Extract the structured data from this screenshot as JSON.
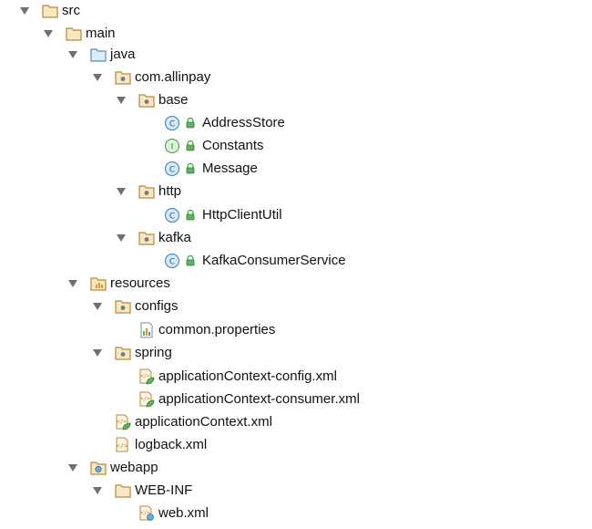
{
  "tree": {
    "nodes": [
      {
        "label": "src",
        "icon": "folder-icon",
        "expanded": true
      },
      {
        "label": "main",
        "icon": "folder-icon",
        "expanded": true
      },
      {
        "label": "java",
        "icon": "source-folder-icon",
        "expanded": true
      },
      {
        "label": "com.allinpay",
        "icon": "package-icon",
        "expanded": true
      },
      {
        "label": "base",
        "icon": "package-icon",
        "expanded": true
      },
      {
        "label": "AddressStore",
        "icon": "class-icon"
      },
      {
        "label": "Constants",
        "icon": "interface-icon"
      },
      {
        "label": "Message",
        "icon": "class-icon"
      },
      {
        "label": "http",
        "icon": "package-icon",
        "expanded": true
      },
      {
        "label": "HttpClientUtil",
        "icon": "class-icon"
      },
      {
        "label": "kafka",
        "icon": "package-icon",
        "expanded": true
      },
      {
        "label": "KafkaConsumerService",
        "icon": "class-icon"
      },
      {
        "label": "resources",
        "icon": "resources-folder-icon",
        "expanded": true
      },
      {
        "label": "configs",
        "icon": "package-icon",
        "expanded": true
      },
      {
        "label": "common.properties",
        "icon": "properties-file-icon"
      },
      {
        "label": "spring",
        "icon": "package-icon",
        "expanded": true
      },
      {
        "label": "applicationContext-config.xml",
        "icon": "spring-xml-icon"
      },
      {
        "label": "applicationContext-consumer.xml",
        "icon": "spring-xml-icon"
      },
      {
        "label": "applicationContext.xml",
        "icon": "spring-xml-icon"
      },
      {
        "label": "logback.xml",
        "icon": "xml-file-icon"
      },
      {
        "label": "webapp",
        "icon": "web-folder-icon",
        "expanded": true
      },
      {
        "label": "WEB-INF",
        "icon": "folder-icon",
        "expanded": true
      },
      {
        "label": "web.xml",
        "icon": "web-xml-icon"
      }
    ]
  },
  "colors": {
    "folder": "#c9a25a",
    "source_folder": "#6fa9d6",
    "class": "#6ca8d8",
    "interface": "#7ac07a",
    "lock": "#3a9b3a",
    "arrow": "#6f6f6f"
  }
}
